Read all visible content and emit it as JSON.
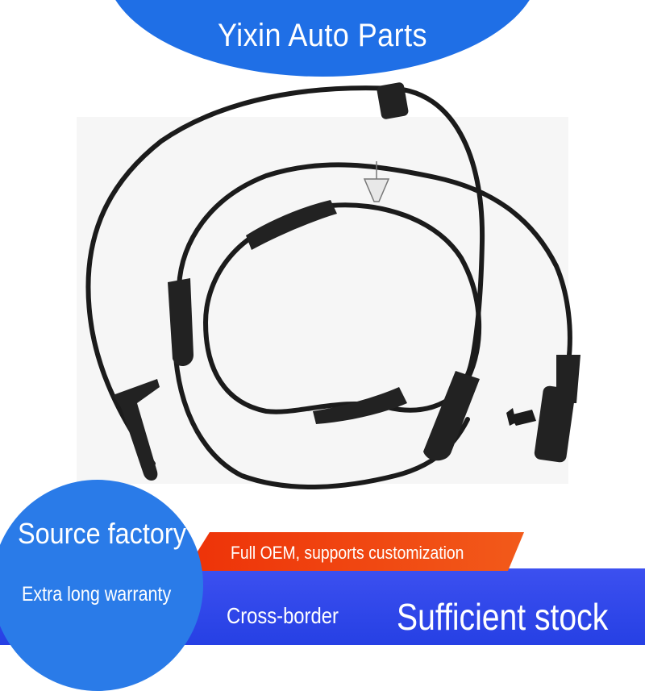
{
  "brand": {
    "title": "Yixin Auto Parts"
  },
  "badges": {
    "source_factory": "Source factory",
    "warranty": "Extra long warranty",
    "oem": "Full OEM, supports customization",
    "cross_border": "Cross-border",
    "stock": "Sufficient stock"
  },
  "colors": {
    "brand_blue": "#1f6fe6",
    "band_blue": "#3c50f0",
    "ribbon_orange": "#ee3208",
    "cable_black": "#1b1b1b"
  },
  "image": {
    "subject": "abs-wheel-speed-sensor-cable"
  }
}
